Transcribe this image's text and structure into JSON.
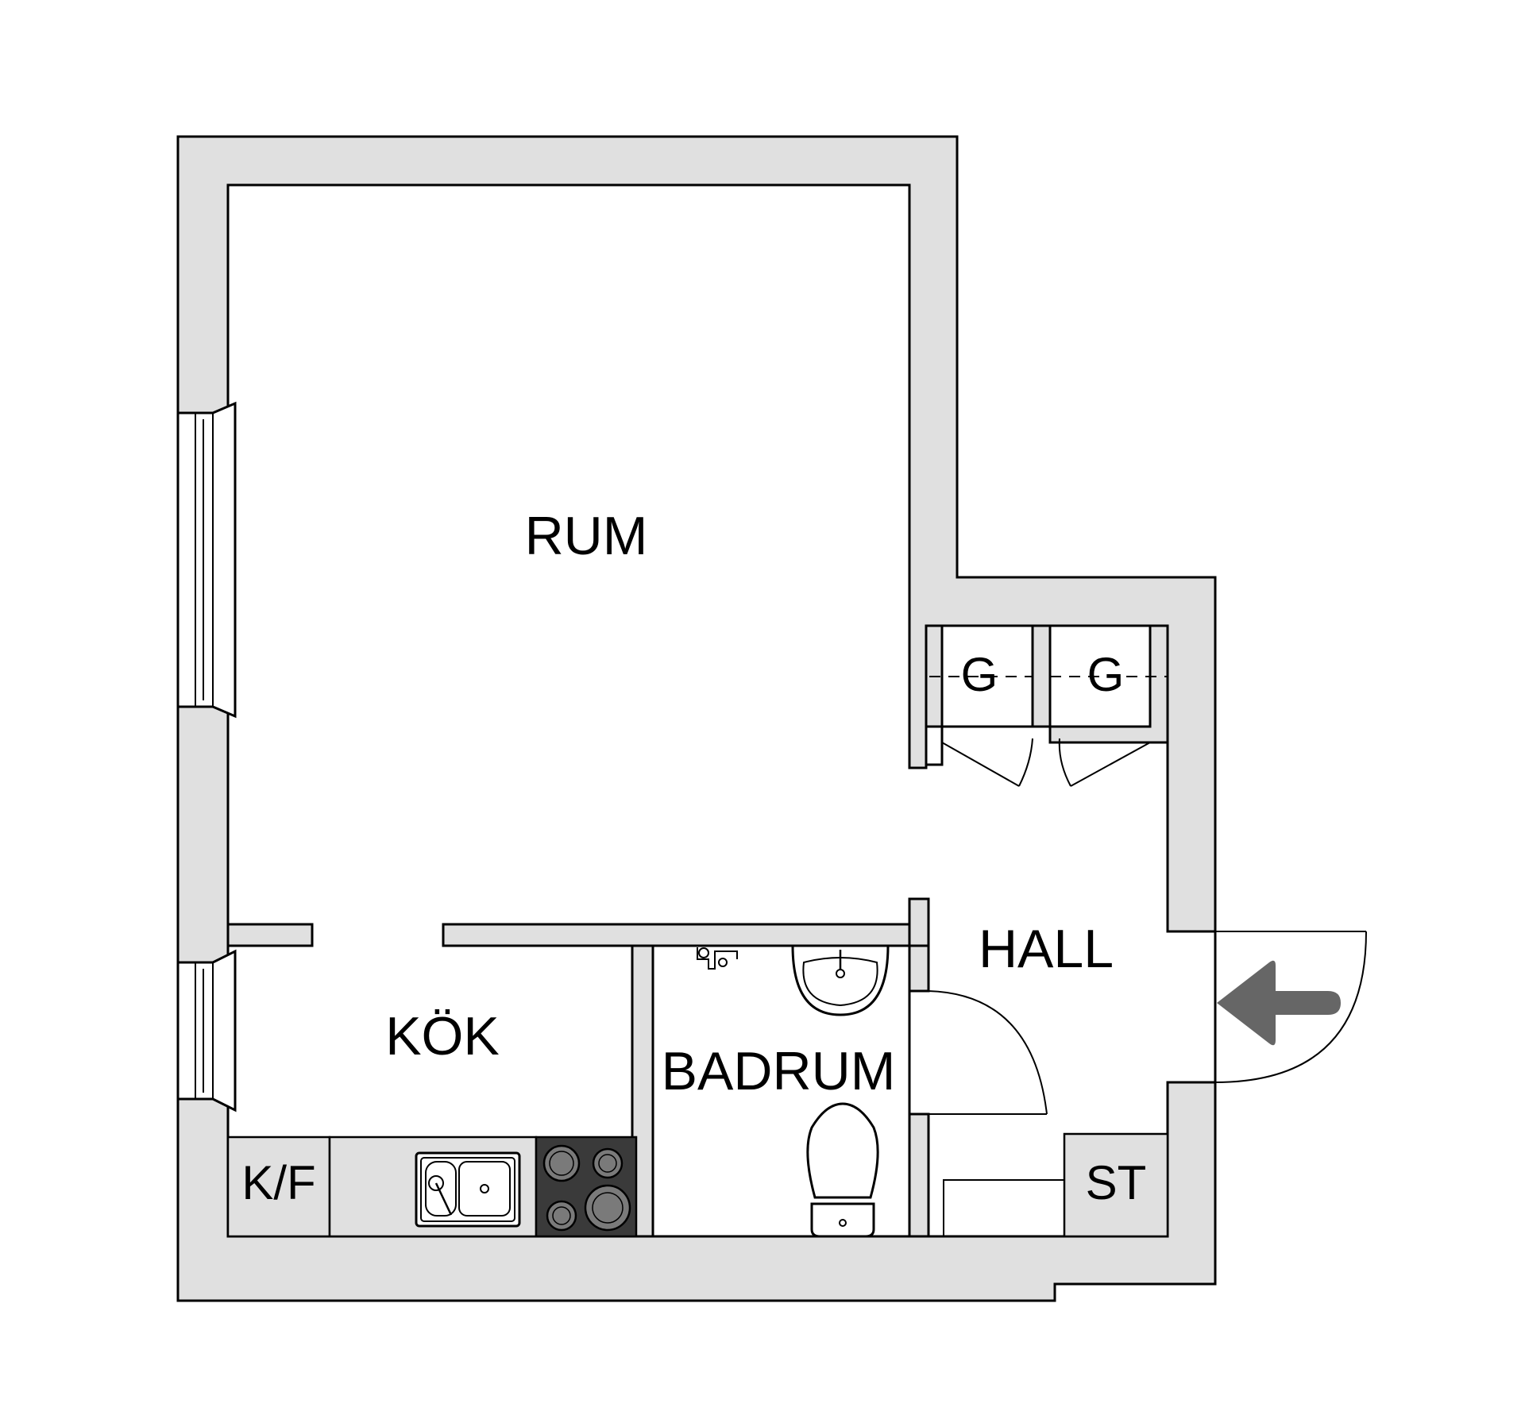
{
  "rooms": {
    "rum": "RUM",
    "kok": "KÖK",
    "badrum": "BADRUM",
    "hall": "HALL"
  },
  "fixtures": {
    "fridge_freezer": "K/F",
    "storage": "ST",
    "wardrobe_1": "G",
    "wardrobe_2": "G"
  },
  "colors": {
    "wall_fill": "#e0e0e0",
    "stove_fill": "#3a3a3a",
    "arrow_fill": "#666666"
  },
  "icons": [
    "entrance-arrow-icon",
    "sink-icon",
    "stove-icon",
    "toilet-icon",
    "washbasin-icon",
    "shower-tap-icon"
  ]
}
